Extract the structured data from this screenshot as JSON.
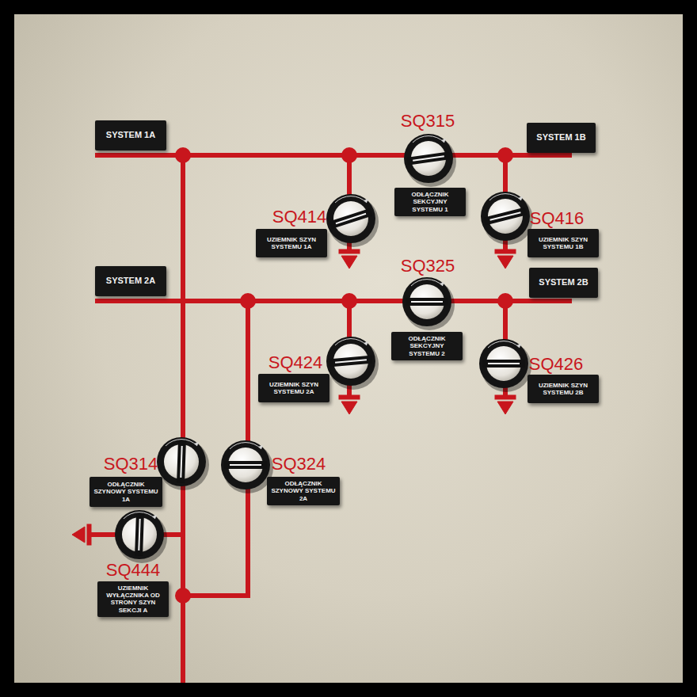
{
  "diagram": {
    "nodes": [
      {
        "text": [
          "SYSTEM 1A"
        ]
      },
      {
        "text": [
          "SYSTEM 1B"
        ]
      },
      {
        "text": [
          "ODŁĄCZNIK SEKCYJNY SYSTEMU 1"
        ]
      },
      {
        "text": [
          "UZIEMNIK SZYN SYSTEMU 1A"
        ]
      },
      {
        "text": [
          "UZIEMNIK SZYN SYSTEMU 1B"
        ]
      },
      {
        "text": [
          "SYSTEM 2A"
        ]
      },
      {
        "text": [
          "SYSTEM 2B"
        ]
      },
      {
        "text": [
          "ODŁĄCZNIK SEKCYJNY SYSTEMU 2"
        ]
      },
      {
        "text": [
          "UZIEMNIK SZYN SYSTEMU 2A"
        ]
      },
      {
        "text": [
          "UZIEMNIK SZYN SYSTEMU 2B"
        ]
      },
      {
        "text": [
          "ODŁĄCZNIK SZYNOWY SYSTEMU 1A"
        ]
      },
      {
        "text": [
          "ODŁĄCZNIK SZYNOWY SYSTEMU 2A"
        ]
      },
      {
        "text": [
          "UZIEMNIK WYŁĄCZNIKA OD STRONY SZYN SEKCJI A"
        ]
      }
    ],
    "labels": [
      "SQ315",
      "SQ414",
      "SQ416",
      "SQ325",
      "SQ424",
      "SQ426",
      "SQ314",
      "SQ324",
      "SQ444"
    ]
  }
}
